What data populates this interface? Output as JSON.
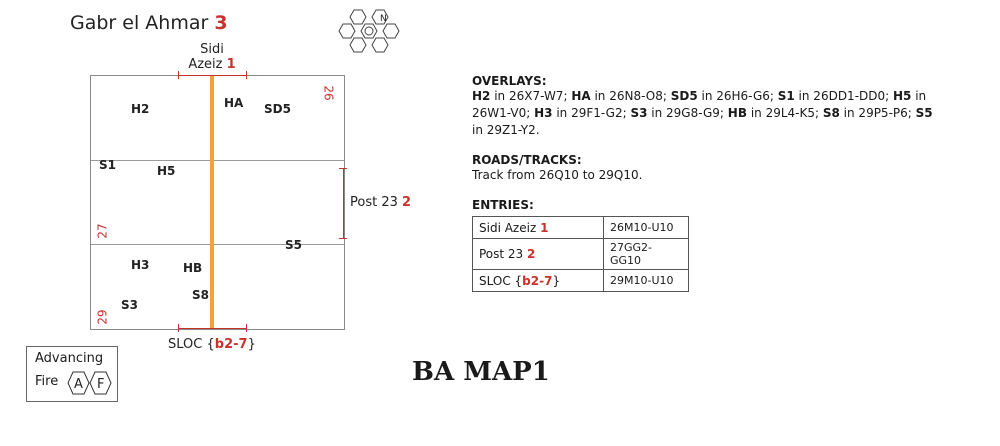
{
  "header": {
    "map_name": "Gabr el Ahmar",
    "map_number": "3",
    "compass_label": "N"
  },
  "entries_on_map": {
    "top": {
      "line1": "Sidi",
      "line2": "Azeiz",
      "num": "1"
    },
    "right": {
      "label": "Post 23",
      "num": "2"
    },
    "bottom": {
      "label": "SLOC",
      "open": "{",
      "code": "b2-7",
      "close": "}"
    }
  },
  "map": {
    "edge_labels": {
      "top_right": "26",
      "left_middle": "27",
      "left_bottom": "29"
    },
    "zones": [
      {
        "id": "h2",
        "label": "H2"
      },
      {
        "id": "ha",
        "label": "HA"
      },
      {
        "id": "sd5",
        "label": "SD5"
      },
      {
        "id": "s1",
        "label": "S1"
      },
      {
        "id": "h5",
        "label": "H5"
      },
      {
        "id": "s5",
        "label": "S5"
      },
      {
        "id": "h3",
        "label": "H3"
      },
      {
        "id": "hb",
        "label": "HB"
      },
      {
        "id": "s8",
        "label": "S8"
      },
      {
        "id": "s3",
        "label": "S3"
      }
    ]
  },
  "overlays": {
    "heading": "OVERLAYS:",
    "items": [
      {
        "code": "H2",
        "loc": " in 26X7-W7; "
      },
      {
        "code": "HA",
        "loc": " in 26N8-O8; "
      },
      {
        "code": "SD5",
        "loc": " in 26H6-G6; "
      },
      {
        "code": "S1",
        "loc": " in 26DD1-DD0; "
      },
      {
        "code": "H5",
        "loc": " in 26W1-V0; "
      },
      {
        "code": "H3",
        "loc": " in 29F1-G2; "
      },
      {
        "code": "S3",
        "loc": " in 29G8-G9; "
      },
      {
        "code": "HB",
        "loc": " in 29L4-K5; "
      },
      {
        "code": "S8",
        "loc": " in 29P5-P6; "
      },
      {
        "code": "S5",
        "loc": " in 29Z1-Y2."
      }
    ]
  },
  "roads": {
    "heading": "ROADS/TRACKS:",
    "text": "Track from 26Q10 to 29Q10."
  },
  "entries": {
    "heading": "ENTRIES:",
    "rows": [
      {
        "name": "Sidi Azeiz",
        "num": "1",
        "hex": "26M10-U10"
      },
      {
        "name": "Post 23",
        "num": "2",
        "hex": "27GG2-GG10"
      },
      {
        "name": "SLOC",
        "num": "b2-7",
        "hex": "29M10-U10"
      }
    ]
  },
  "advancing_fire": {
    "line1": "Advancing",
    "line2": "Fire",
    "badge1": "A",
    "badge2": "F"
  },
  "footer": {
    "title": "BA MAP1"
  },
  "colors": {
    "accent_red": "#c8322c",
    "road_orange": "#f0a43a"
  }
}
